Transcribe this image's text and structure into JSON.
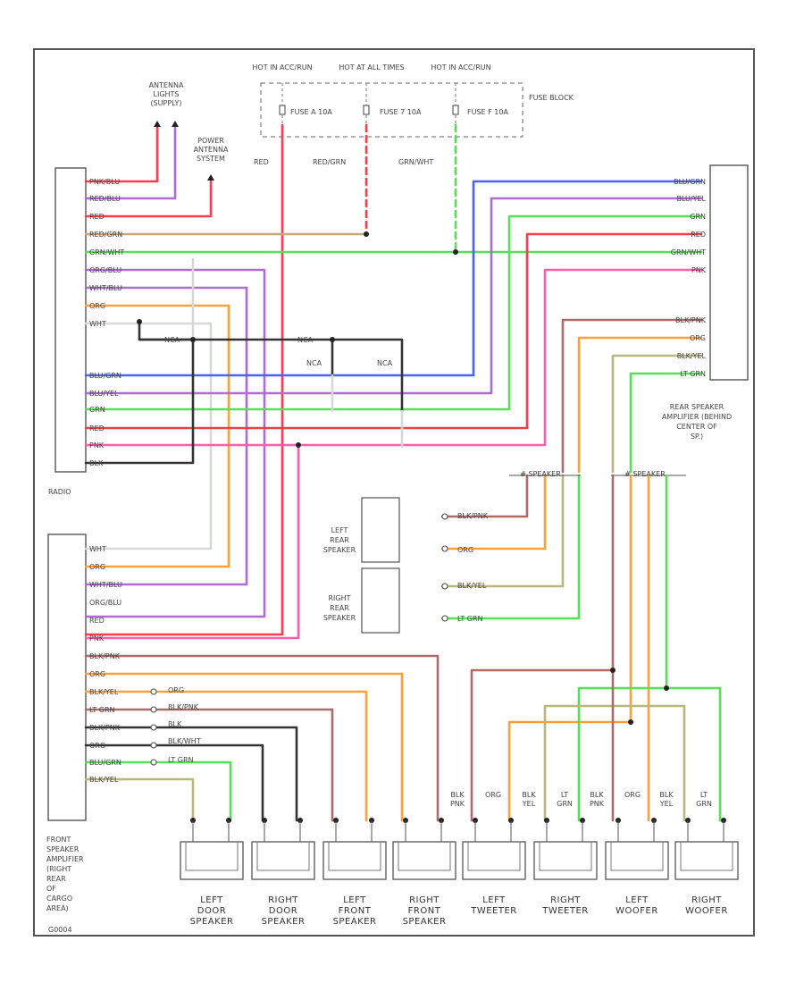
{
  "colors": {
    "red": "#ff3b4f",
    "pink": "#ff5fa8",
    "purple": "#b06ad6",
    "blue": "#4a63ff",
    "green": "#56e056",
    "orange": "#ff9f3a",
    "tan": "#c9a57a",
    "brown": "#b06a6a",
    "black": "#333333",
    "yellowish": "#b8b87a",
    "lightgray": "#d8d8d8"
  },
  "fuse_block": {
    "label": "FUSE BLOCK",
    "hot_labels": [
      "HOT IN ACC/RUN",
      "HOT AT ALL TIMES",
      "HOT IN ACC/RUN"
    ],
    "fuses": [
      "FUSE A 10A",
      "FUSE 7 10A",
      "FUSE F 10A"
    ],
    "wire_labels": [
      "RED",
      "RED/GRN",
      "GRN/WHT"
    ]
  },
  "top_components": {
    "antenna_lights": "ANTENNA LIGHTS (SUPPLY)",
    "power_antenna": "POWER ANTENNA SYSTEM"
  },
  "radio": {
    "label": "RADIO",
    "upper_pins": [
      "PNK/BLU",
      "RED/BLU",
      "RED",
      "RED/GRN",
      "GRN/WHT",
      "ORG/BLU",
      "WHT/BLU",
      "ORG",
      "WHT",
      "",
      "BLU/GRN",
      "BLU/YEL",
      "GRN",
      "RED",
      "PNK",
      "BLK"
    ],
    "lower_pins": [
      "WHT",
      "ORG",
      "WHT/BLU",
      "ORG/BLU",
      "RED",
      "PNK",
      "BLK/PNK",
      "ORG",
      "BLK/YEL",
      "LT GRN",
      "BLK/PNK",
      "ORG",
      "BLU/GRN",
      "BLK/YEL"
    ]
  },
  "rear_amp": {
    "label": "REAR SPEAKER AMPLIFIER (BEHIND CENTER OF SP.)",
    "pins": [
      "BLU/GRN",
      "BLU/YEL",
      "GRN",
      "RED",
      "GRN/WHT",
      "PNK",
      "",
      "",
      "BLK/PNK",
      "ORG",
      "BLK/YEL",
      "LT GRN"
    ],
    "out_labels": [
      "# SPEAKER",
      "# SPEAKER"
    ]
  },
  "front_amp": {
    "label": "FRONT SPEAKER AMPLIFIER (RIGHT REAR OF CARGO AREA)"
  },
  "nca_labels": [
    "NCA",
    "NCA",
    "NCA",
    "NCA"
  ],
  "rear_speakers": {
    "left": "LEFT REAR SPEAKER",
    "right": "RIGHT REAR SPEAKER",
    "wire_labels": [
      "BLK/PNK",
      "ORG",
      "BLK/YEL",
      "LT GRN"
    ]
  },
  "lower_wire_labels": [
    "ORG",
    "BLK/PNK",
    "BLK",
    "BLK/WHT",
    "LT GRN"
  ],
  "speaker_wire_tags": [
    "BLK PNK",
    "ORG",
    "BLK YEL",
    "LT GRN",
    "BLK PNK",
    "ORG",
    "BLK YEL",
    "LT GRN"
  ],
  "bottom_speakers": [
    "LEFT DOOR SPEAKER",
    "RIGHT DOOR SPEAKER",
    "LEFT FRONT SPEAKER",
    "RIGHT FRONT SPEAKER",
    "LEFT TWEETER",
    "RIGHT TWEETER",
    "LEFT WOOFER",
    "RIGHT WOOFER"
  ],
  "figure_id": "G0004"
}
